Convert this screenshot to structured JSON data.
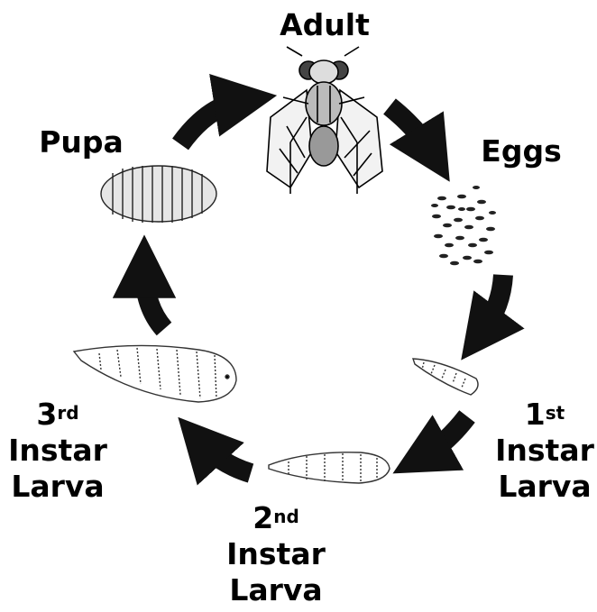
{
  "diagram": {
    "stages": {
      "adult": {
        "label": "Adult"
      },
      "eggs": {
        "label": "Eggs"
      },
      "first": {
        "num": "1",
        "sup": "st",
        "line2": "Instar",
        "line3": "Larva"
      },
      "second": {
        "num": "2",
        "sup": "nd",
        "line2": "Instar",
        "line3": "Larva"
      },
      "third": {
        "num": "3",
        "sup": "rd",
        "line2": "Instar",
        "line3": "Larva"
      },
      "pupa": {
        "label": "Pupa"
      }
    },
    "colors": {
      "ink": "#000000",
      "arrow": "#111111",
      "background": "#ffffff"
    },
    "icons": [
      "fly-illustration",
      "eggs-cluster",
      "larva-illustration",
      "pupa-illustration",
      "cycle-arrow"
    ]
  }
}
